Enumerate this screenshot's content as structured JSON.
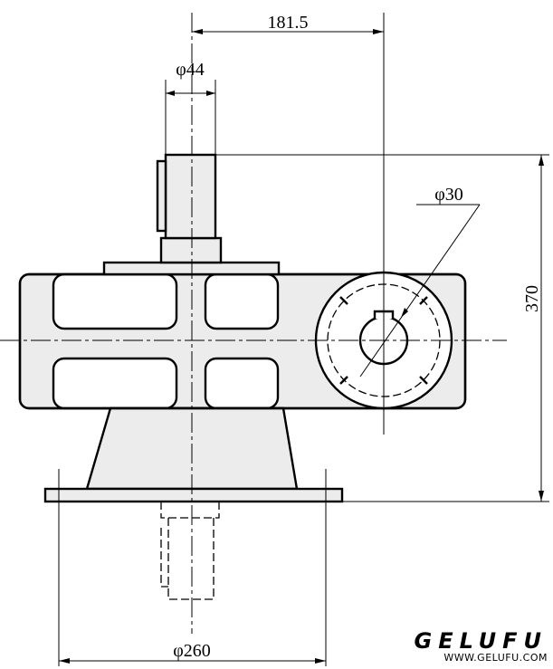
{
  "dimensions": {
    "offset": "181.5",
    "shaft_diameter": "φ44",
    "bore_diameter": "φ30",
    "height": "370",
    "flange_diameter": "φ260"
  },
  "watermark": {
    "logo": "GELUFU",
    "url": "WWW.GELUFU.COM"
  }
}
